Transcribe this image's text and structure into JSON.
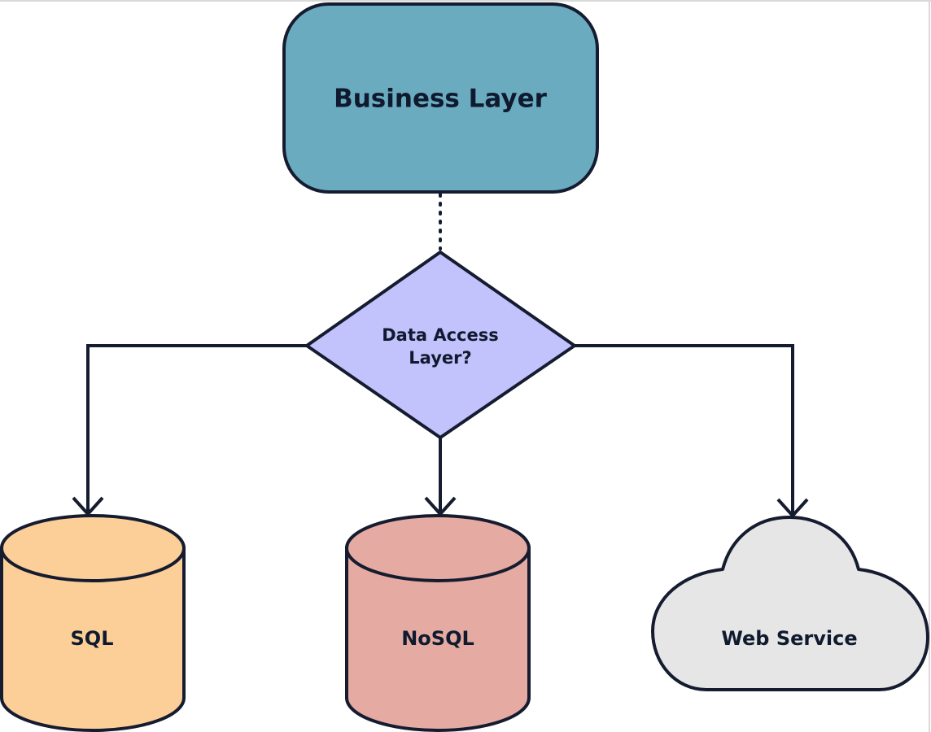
{
  "nodes": {
    "business_layer": {
      "label": "Business Layer",
      "color": "#6aabbf"
    },
    "data_access_layer": {
      "label_line1": "Data Access",
      "label_line2": "Layer?",
      "color": "#c2c2fc"
    },
    "sql": {
      "label": "SQL",
      "color": "#fdcf98"
    },
    "nosql": {
      "label": "NoSQL",
      "color": "#e5aba2"
    },
    "web_service": {
      "label": "Web Service",
      "color": "#e6e6e6"
    }
  },
  "colors": {
    "stroke": "#161c30",
    "text": "#0f1a2e",
    "background": "#ffffff"
  },
  "edges": [
    {
      "from": "business_layer",
      "to": "data_access_layer",
      "style": "dotted"
    },
    {
      "from": "data_access_layer",
      "to": "sql",
      "style": "solid-arrow"
    },
    {
      "from": "data_access_layer",
      "to": "nosql",
      "style": "solid-arrow"
    },
    {
      "from": "data_access_layer",
      "to": "web_service",
      "style": "solid-arrow"
    }
  ]
}
